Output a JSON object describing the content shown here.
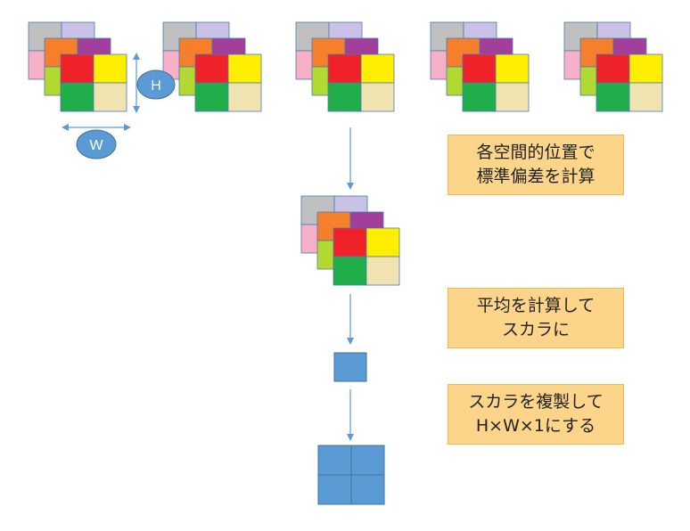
{
  "labels": {
    "height": "H",
    "width": "W"
  },
  "callouts": {
    "std": [
      "各空間的位置で",
      "標準偏差を計算"
    ],
    "mean": [
      "平均を計算して",
      "スカラに"
    ],
    "replicate": [
      "スカラを複製して",
      "H×W×1にする"
    ]
  },
  "colors": {
    "layer_back": [
      "#c0c0c0",
      "#c9c2e6",
      "#f6b0c8",
      "#ffffff"
    ],
    "layer_mid": [
      "#f57f2a",
      "#a23f9b",
      "#b2d832",
      "#ffffff"
    ],
    "layer_front": [
      "#ee2228",
      "#ffee00",
      "#1fae4a",
      "#efe3b2"
    ],
    "scalar": "#5b9bd5",
    "arrow": "#5b9bd5",
    "callout_fill": "#fcd58a"
  }
}
